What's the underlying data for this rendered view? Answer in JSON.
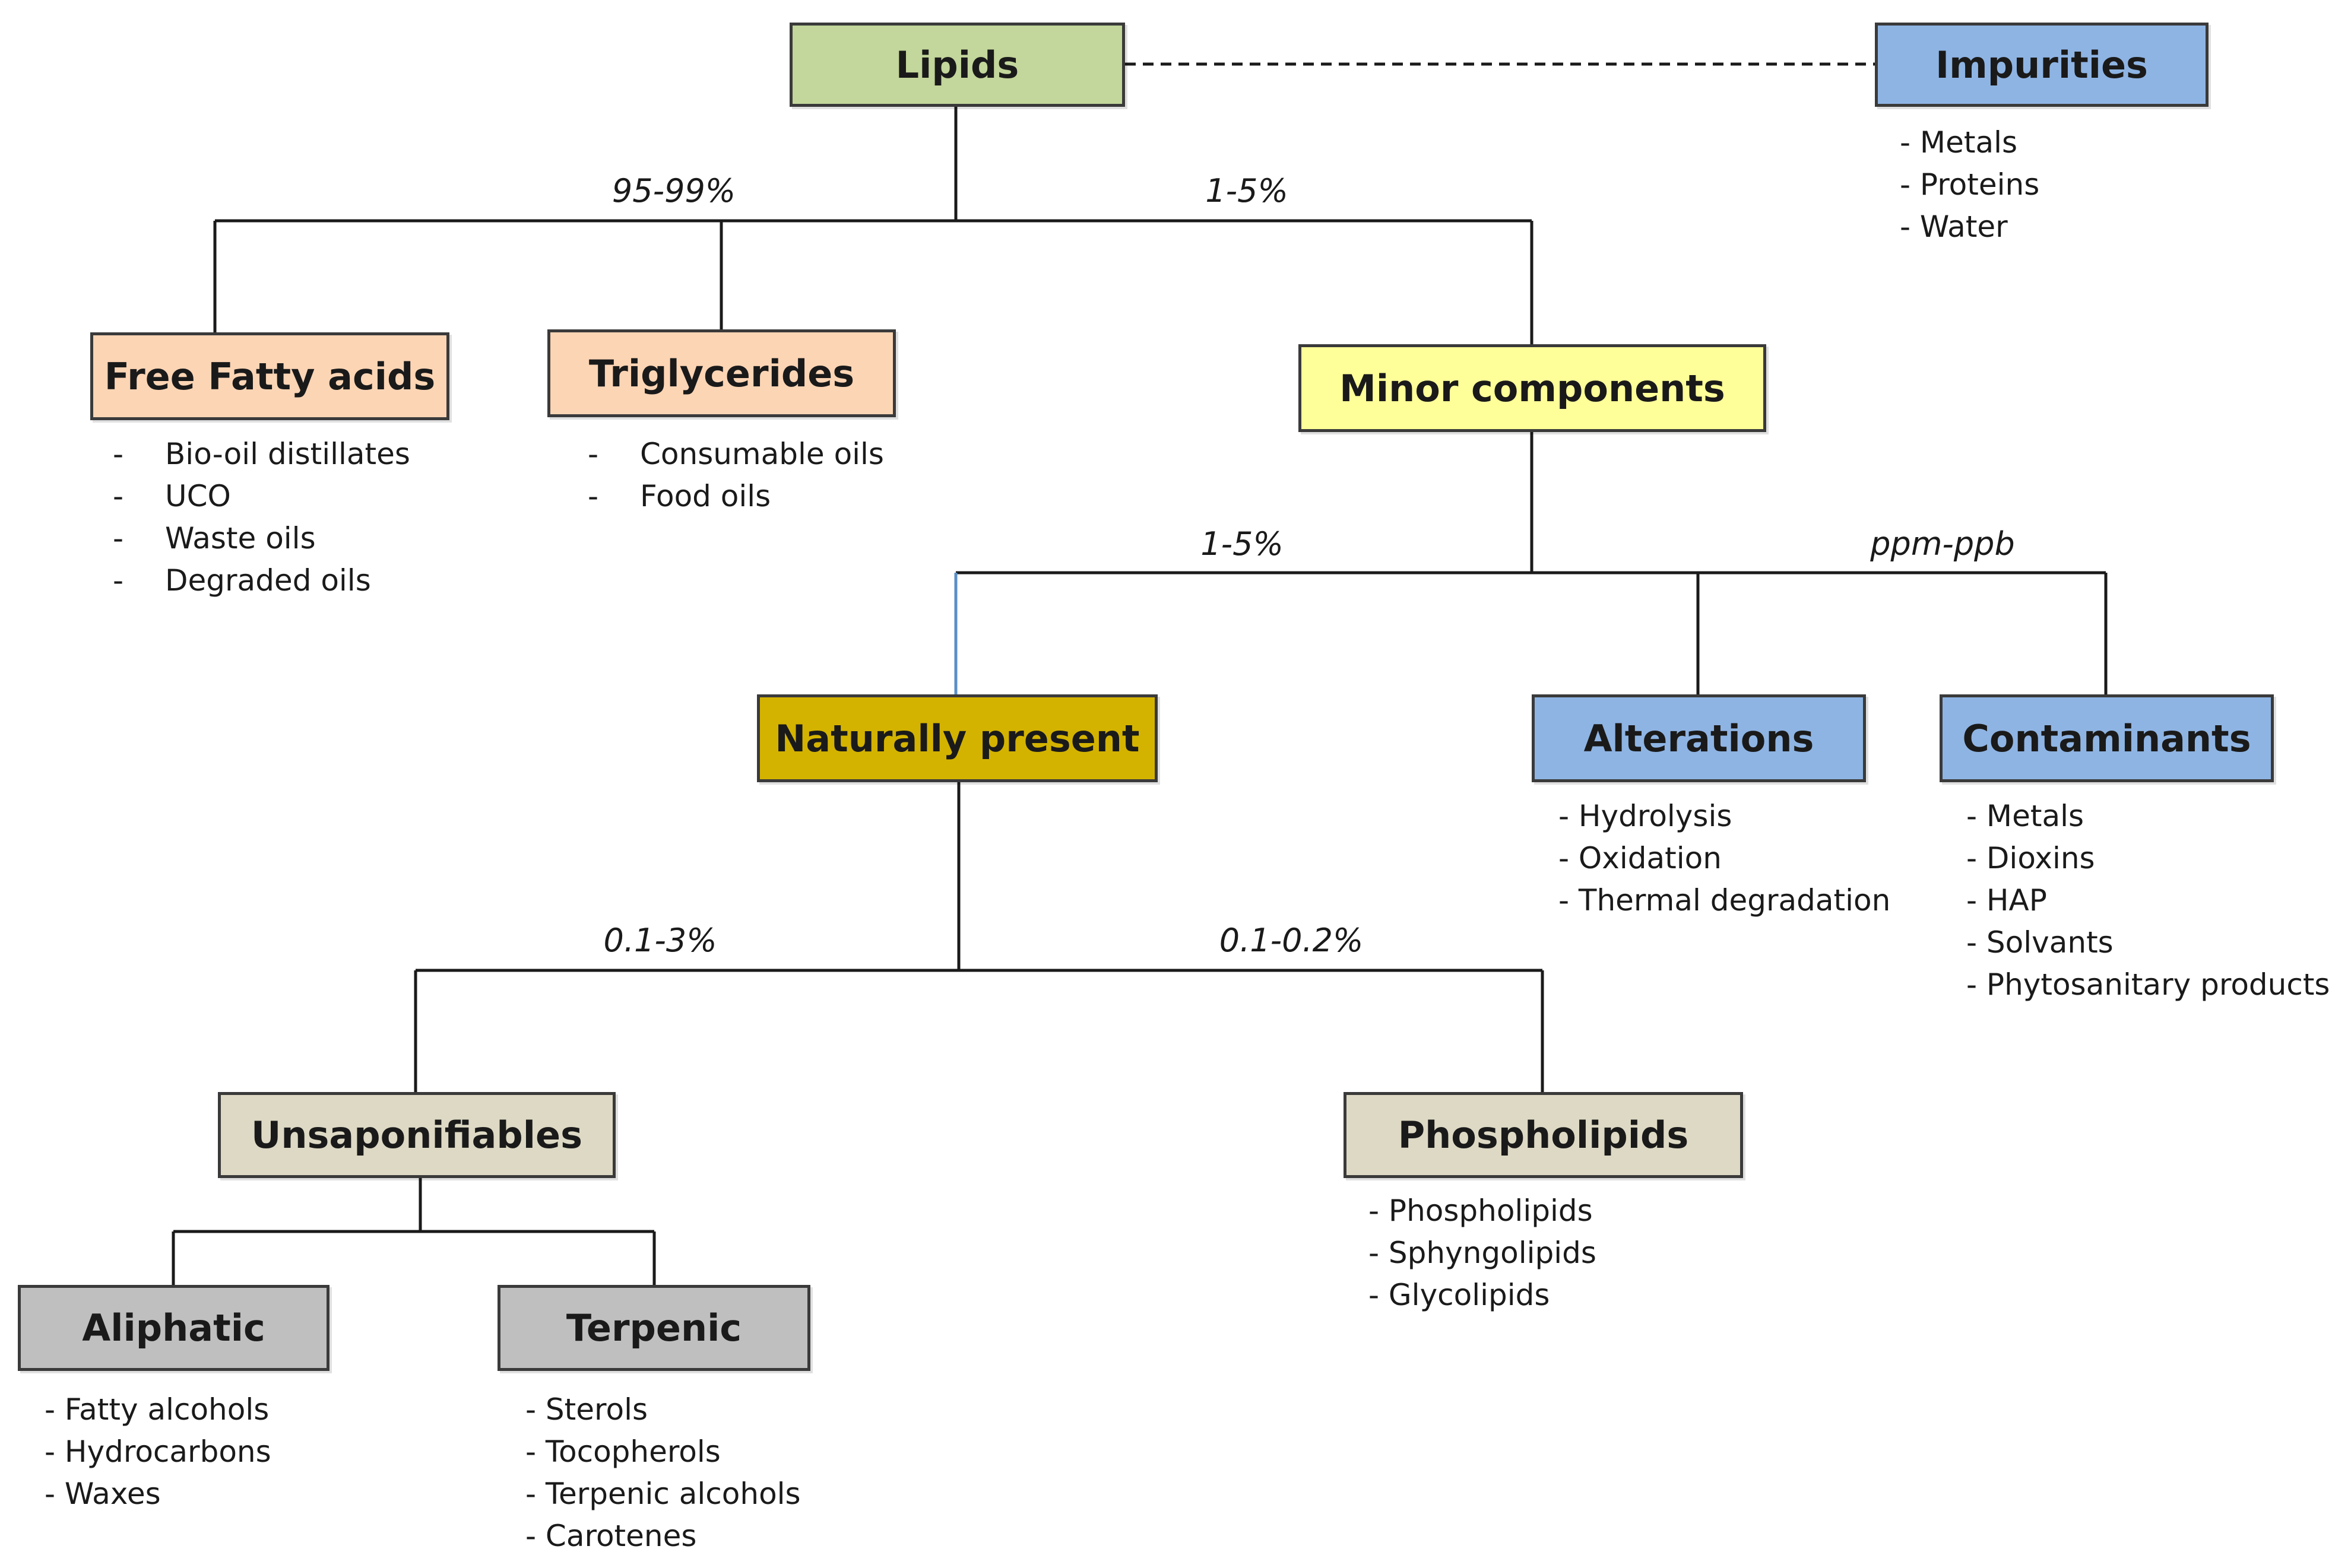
{
  "nodes": {
    "lipids": {
      "label": "Lipids",
      "color": "#c3d69b"
    },
    "impurities": {
      "label": "Impurities",
      "color": "#8eb4e3",
      "items": [
        "- Metals",
        "- Proteins",
        "- Water"
      ]
    },
    "ffa": {
      "label": "Free Fatty acids",
      "color": "#fcd5b5",
      "items": [
        "-",
        "-",
        "-",
        "-"
      ],
      "item_texts": [
        "Bio-oil distillates",
        "UCO",
        "Waste oils",
        "Degraded oils"
      ]
    },
    "triglycerides": {
      "label": "Triglycerides",
      "color": "#fcd5b5",
      "items": [
        "-",
        "-"
      ],
      "item_texts": [
        "Consumable oils",
        "Food oils"
      ]
    },
    "minor": {
      "label": "Minor components",
      "color": "#ffff99"
    },
    "natural": {
      "label": "Naturally present",
      "color": "#d4b300"
    },
    "alterations": {
      "label": "Alterations",
      "color": "#8eb4e3",
      "items": [
        "- Hydrolysis",
        "- Oxidation",
        "- Thermal degradation"
      ]
    },
    "contaminants": {
      "label": "Contaminants",
      "color": "#8eb4e3",
      "items": [
        "- Metals",
        "- Dioxins",
        "- HAP",
        "- Solvants",
        "- Phytosanitary products"
      ]
    },
    "unsap": {
      "label": "Unsaponifiables",
      "color": "#ddd9c4"
    },
    "phospho": {
      "label": "Phospholipids",
      "color": "#ddd9c4",
      "items": [
        "- Phospholipids",
        "- Sphyngolipids",
        "- Glycolipids"
      ]
    },
    "aliphatic": {
      "label": "Aliphatic",
      "color": "#bfbfbf",
      "items": [
        "- Fatty alcohols",
        "- Hydrocarbons",
        "- Waxes"
      ]
    },
    "terpenic": {
      "label": "Terpenic",
      "color": "#bfbfbf",
      "items": [
        "- Sterols",
        "- Tocopherols",
        "- Terpenic alcohols",
        "- Carotenes"
      ]
    }
  },
  "percentages": {
    "lipids_ffa_tg": "95-99%",
    "lipids_minor": "1-5%",
    "minor_natural": "1-5%",
    "minor_alterations_contaminants": "ppm-ppb",
    "natural_unsap": "0.1-3%",
    "natural_phospho": "0.1-0.2%"
  }
}
